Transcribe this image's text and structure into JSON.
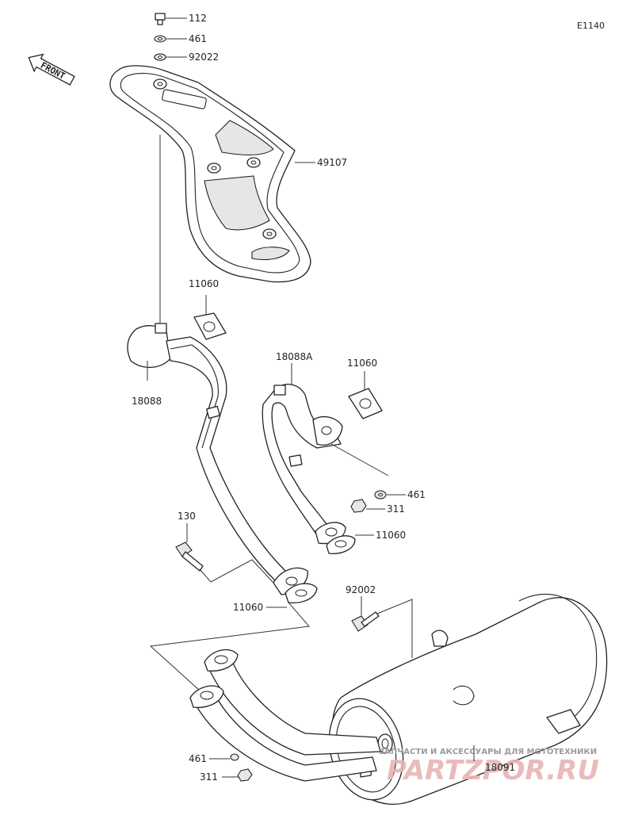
{
  "diagram_code": "E1140",
  "orientation_label": "FRONT",
  "parts": {
    "bolt_top": "112",
    "washer_top": "461",
    "collar_top": "92022",
    "heat_guard": "49107",
    "gasket_front_upper": "11060",
    "pipe_front": "18088",
    "pipe_rear": "18088A",
    "gasket_rear_upper": "11060",
    "washer_mid": "461",
    "nut_mid": "311",
    "gasket_rear_lower": "11060",
    "bolt_130": "130",
    "gasket_front_lower": "11060",
    "bolt_92002": "92002",
    "washer_bottom": "461",
    "nut_bottom": "311",
    "muffler": "18091"
  },
  "watermark": {
    "tagline": "ЗАПЧАСТИ И АКСЕССУАРЫ ДЛЯ МОТОТЕХНИКИ",
    "brand": "PARTZPOR.RU"
  }
}
